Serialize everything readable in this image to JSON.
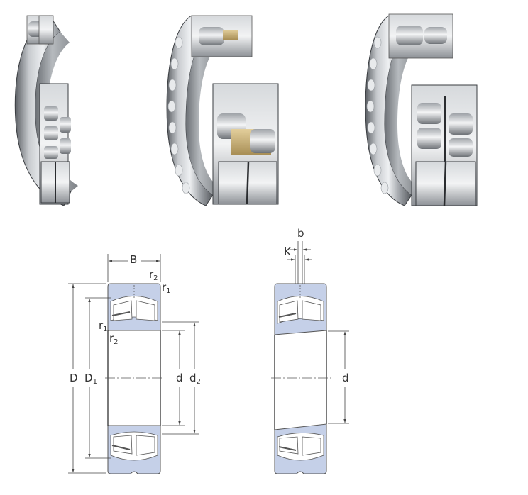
{
  "figure": {
    "renders": [
      {
        "name": "bearing-render-cage-steel",
        "description": "Spherical roller bearing cutaway, pressed steel cage"
      },
      {
        "name": "bearing-render-cage-brass",
        "description": "Spherical roller bearing cutaway, machined brass cage"
      },
      {
        "name": "bearing-render-cageless",
        "description": "Spherical roller bearing cutaway, window-type cage"
      }
    ],
    "colors": {
      "section_fill": "#c5d0e8",
      "line": "#222222",
      "dim_line": "#444444",
      "steel_light": "#e6e8ea",
      "steel_mid": "#a9adb2",
      "steel_dark": "#4a4d52",
      "brass": "#c9b17a"
    },
    "drawing_left": {
      "labels": {
        "B": "B",
        "r2_top": "r",
        "r2_top_sub": "2",
        "r1_top": "r",
        "r1_top_sub": "1",
        "r1_left": "r",
        "r1_left_sub": "1",
        "r2_left": "r",
        "r2_left_sub": "2",
        "D": "D",
        "D1": "D",
        "D1_sub": "1",
        "d": "d",
        "d2": "d",
        "d2_sub": "2"
      }
    },
    "drawing_right": {
      "labels": {
        "b": "b",
        "K": "K",
        "d": "d"
      }
    }
  }
}
